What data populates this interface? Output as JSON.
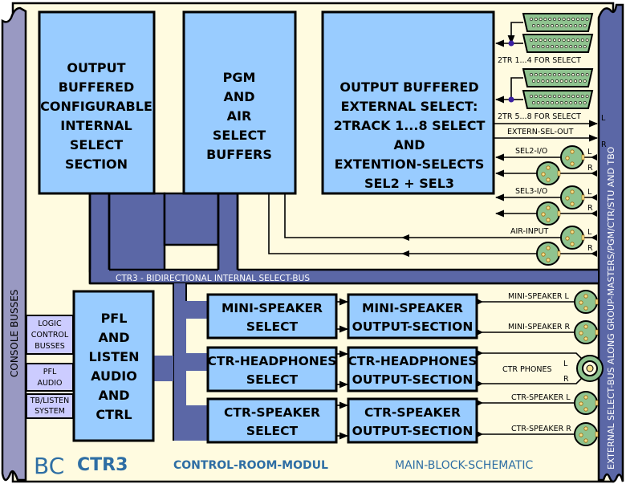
{
  "colors": {
    "background": "#fffbe0",
    "block_fill": "#99ccff",
    "bus_fill": "#5b67a6",
    "console_bus_fill": "#9999c2",
    "sidebox_fill": "#ccccff",
    "connector_fill": "#8fc38f",
    "brand_blue": "#2e6ea4"
  },
  "buses": {
    "console": "CONSOLE BUSSES",
    "external": "EXTERNAL SELECT-BUS ALONG GROUP-MASTERS/PGM/CTR/STU AND TBO",
    "internal": "CTR3 - BIDIRECTIONAL INTERNAL SELECT-BUS"
  },
  "blocks": {
    "internal_select": [
      "OUTPUT",
      "BUFFERED",
      "CONFIGURABLE",
      "INTERNAL",
      "SELECT",
      "SECTION"
    ],
    "pgm_air": [
      "PGM",
      "AND",
      "AIR",
      "SELECT",
      "BUFFERS"
    ],
    "external_select": [
      "OUTPUT BUFFERED",
      "EXTERNAL SELECT:",
      "2TRACK 1...8 SELECT",
      "AND",
      "EXTENTION-SELECTS",
      "SEL2 + SEL3"
    ],
    "pfl_listen": [
      "PFL",
      "AND",
      "LISTEN",
      "AUDIO",
      "AND",
      "CTRL"
    ],
    "mini_speaker_select": [
      "MINI-SPEAKER",
      "SELECT"
    ],
    "headphones_select": [
      "CTR-HEADPHONES",
      "SELECT"
    ],
    "ctr_speaker_select": [
      "CTR-SPEAKER",
      "SELECT"
    ],
    "mini_speaker_output": [
      "MINI-SPEAKER",
      "OUTPUT-SECTION"
    ],
    "headphones_output": [
      "CTR-HEADPHONES",
      "OUTPUT-SECTION"
    ],
    "ctr_speaker_output": [
      "CTR-SPEAKER",
      "OUTPUT-SECTION"
    ]
  },
  "side_boxes": [
    [
      "LOGIC",
      "CONTROL",
      "BUSSES"
    ],
    [
      "PFL",
      "AUDIO"
    ],
    [
      "TB/LISTEN",
      "SYSTEM"
    ]
  ],
  "connector_labels": {
    "dsub_1_4": "2TR 1...4 FOR SELECT",
    "dsub_5_8": "2TR 5...8 FOR SELECT",
    "extern_sel_out": "EXTERN-SEL-OUT",
    "sel2": "SEL2-I/O",
    "sel3": "SEL3-I/O",
    "air_input": "AIR-INPUT",
    "left": "L",
    "right": "R",
    "mini_speaker_l": "MINI-SPEAKER L",
    "mini_speaker_r": "MINI-SPEAKER R",
    "ctr_phones": "CTR PHONES",
    "ctr_speaker_l": "CTR-SPEAKER L",
    "ctr_speaker_r": "CTR-SPEAKER R"
  },
  "footer": {
    "logo": "BC",
    "product": "CTR3",
    "module": "CONTROL-ROOM-MODUL",
    "schematic": "MAIN-BLOCK-SCHEMATIC"
  }
}
